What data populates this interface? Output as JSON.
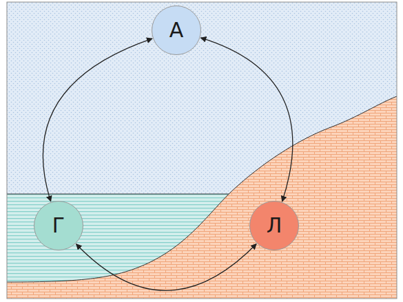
{
  "diagram": {
    "nodes": [
      {
        "text": [
          "А"
        ]
      },
      {
        "text": [
          "Г"
        ]
      },
      {
        "text": [
          "Л"
        ]
      }
    ],
    "edges": [
      {
        "from": 0,
        "to": 1,
        "arrow": "both"
      },
      {
        "from": 0,
        "to": 2,
        "arrow": "both"
      },
      {
        "from": 1,
        "to": 2,
        "arrow": "both"
      }
    ]
  }
}
